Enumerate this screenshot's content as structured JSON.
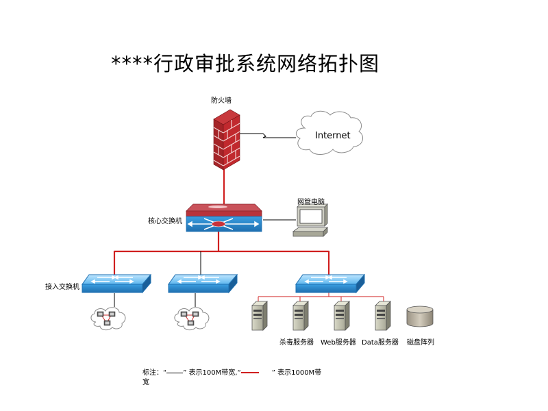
{
  "title": "****行政审批系统网络拓扑图",
  "nodes": {
    "firewall": "防火墙",
    "internet": "Internet",
    "core_switch": "核心交换机",
    "mgmt_pc": "网管电脑",
    "access_switch": "接入交换机",
    "antivirus_server": "杀毒服务器",
    "web_server": "Web服务器",
    "data_server": "Data服务器",
    "disk_array": "磁盘阵列"
  },
  "legend": {
    "prefix": "标注：",
    "q_open": "“",
    "q_close": "”",
    "text_100m": "表示100M带宽,",
    "text_1000m": "表示1000M带",
    "text_wrap": "宽"
  },
  "colors": {
    "gigabit_line": "#d01f1f",
    "fast_line": "#000000",
    "firewall": "#b3262a",
    "switch": "#2e8fd6"
  }
}
